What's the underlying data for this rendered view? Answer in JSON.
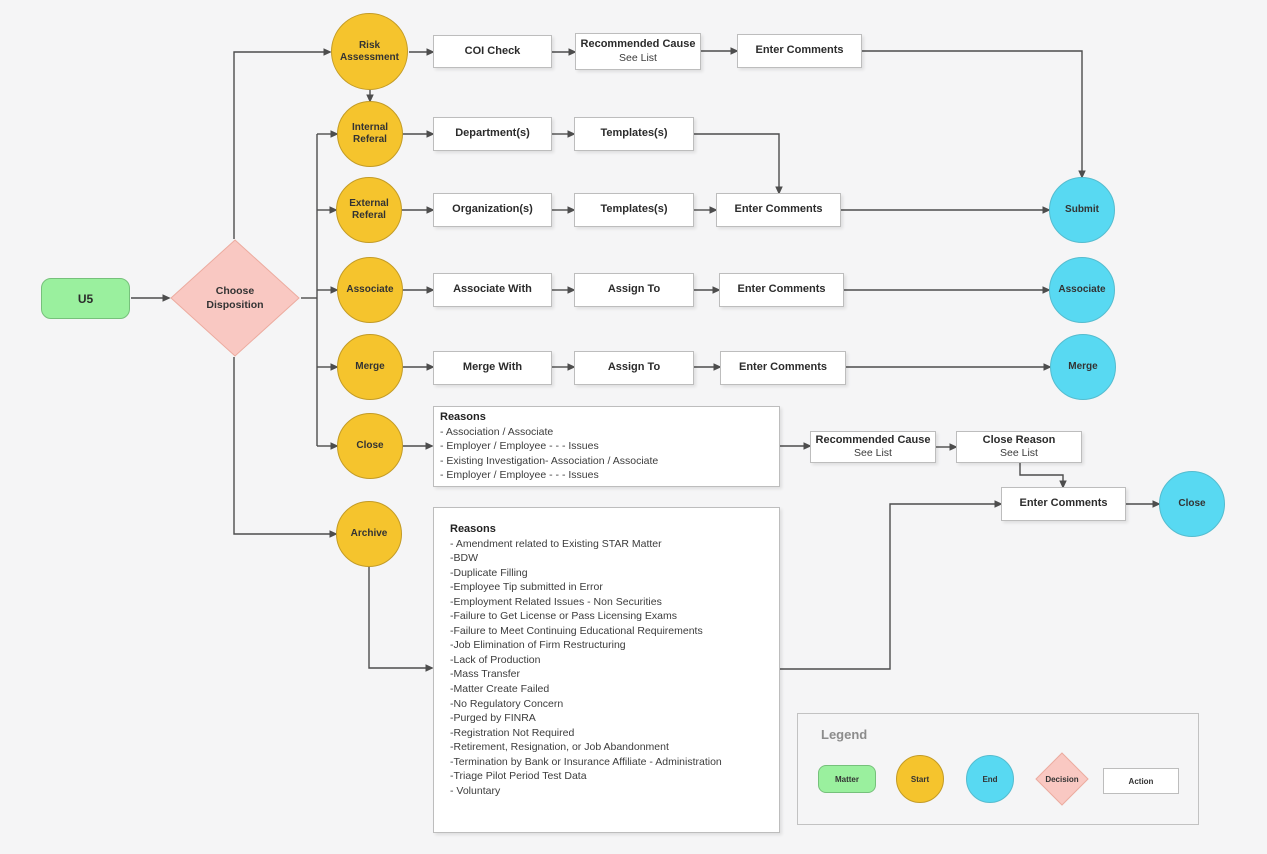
{
  "start": {
    "label": "U5"
  },
  "decision": {
    "lines": [
      "Choose",
      "Disposition"
    ]
  },
  "circles": {
    "risk": [
      "Risk",
      "Assessment"
    ],
    "internal": [
      "Internal",
      "Referal"
    ],
    "external": [
      "External",
      "Referal"
    ],
    "associate": "Associate",
    "merge": "Merge",
    "close": "Close",
    "archive": "Archive"
  },
  "end_circles": {
    "submit": "Submit",
    "associate": "Associate",
    "merge": "Merge",
    "close": "Close"
  },
  "boxes": {
    "coi_check": "COI Check",
    "recommended_cause": {
      "line1": "Recommended Cause",
      "line2": "See List"
    },
    "enter_comments": "Enter Comments",
    "departments": "Department(s)",
    "templates": "Templates(s)",
    "organizations": "Organization(s)",
    "associate_with": "Associate With",
    "assign_to": "Assign To",
    "merge_with": "Merge With",
    "close_reason": {
      "line1": "Close Reason",
      "line2": "See List"
    }
  },
  "close_reasons": {
    "title": "Reasons",
    "items": [
      "- Association / Associate",
      "- Employer / Employee - - - Issues",
      "- Existing Investigation- Association / Associate",
      "- Employer / Employee - - - Issues"
    ]
  },
  "archive_reasons": {
    "title": "Reasons",
    "items": [
      "- Amendment related to Existing STAR Matter",
      "-BDW",
      "-Duplicate Filling",
      "-Employee Tip submitted in Error",
      "-Employment Related Issues - Non Securities",
      "-Failure to Get License or Pass Licensing Exams",
      "-Failure to Meet Continuing Educational Requirements",
      "-Job Elimination of Firm Restructuring",
      "-Lack of Production",
      "-Mass Transfer",
      "-Matter Create Failed",
      "-No Regulatory Concern",
      "-Purged by FINRA",
      "-Registration Not Required",
      "-Retirement, Resignation, or Job Abandonment",
      "-Termination by Bank or Insurance Affiliate - Administration",
      "-Triage Pilot Period Test Data",
      "- Voluntary"
    ]
  },
  "legend": {
    "title": "Legend",
    "matter": "Matter",
    "start": "Start",
    "end": "End",
    "decision": "Decision",
    "action": "Action"
  },
  "colors": {
    "background": "#f5f5f6",
    "orange_node": "#f5c42d",
    "cyan_node": "#58d9f2",
    "green_node": "#9af09e",
    "pink_node": "#f9c8c2",
    "connector": "#4d4d4d"
  }
}
